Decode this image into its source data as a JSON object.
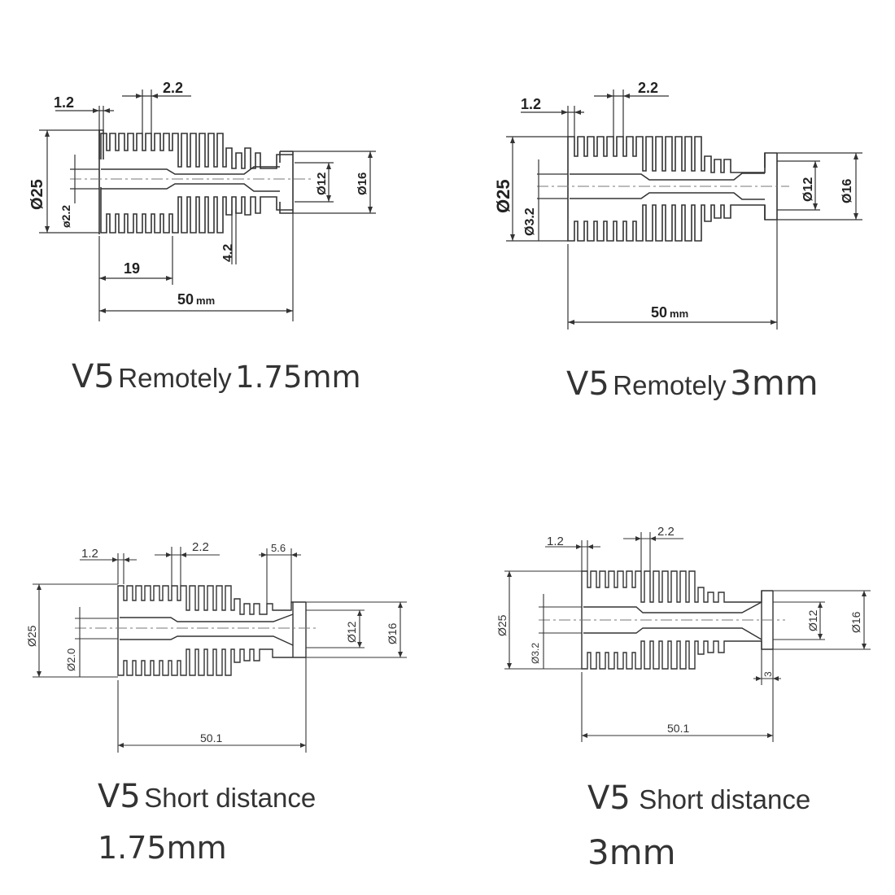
{
  "panels": [
    {
      "id": "p1",
      "dims": {
        "top_left": "1.2",
        "top_fin": "2.2",
        "outer_dia": "Ø25",
        "bore_dia": "ø2.2",
        "nozzle_inner": "Ø12",
        "nozzle_outer": "Ø16",
        "length_19": "19",
        "small_gap": "4.2",
        "total": "50",
        "total_unit": "mm"
      },
      "caption": {
        "v": "V5",
        "label": "Remotely",
        "size": "1.75mm"
      }
    },
    {
      "id": "p2",
      "dims": {
        "top_left": "1.2",
        "top_fin": "2.2",
        "outer_dia": "Ø25",
        "bore_dia": "Ø3.2",
        "nozzle_inner": "Ø12",
        "nozzle_outer": "Ø16",
        "total": "50",
        "total_unit": "mm"
      },
      "caption": {
        "v": "V5",
        "label": "Remotely",
        "size": "3mm"
      }
    },
    {
      "id": "p3",
      "dims": {
        "top_left": "1.2",
        "top_fin": "2.2",
        "top_right": "5.6",
        "outer_dia": "Ø25",
        "bore_dia": "Ø2.0",
        "nozzle_inner": "Ø12",
        "nozzle_outer": "Ø16",
        "total": "50.1"
      },
      "caption": {
        "v": "V5",
        "label": "Short distance",
        "size": "1.75mm"
      }
    },
    {
      "id": "p4",
      "dims": {
        "top_left": "1.2",
        "top_fin": "2.2",
        "outer_dia": "Ø25",
        "bore_dia": "Ø3.2",
        "nozzle_inner": "Ø12",
        "nozzle_outer": "Ø16",
        "small_gap": "3",
        "total": "50.1"
      },
      "caption": {
        "v": "V5",
        "label": "Short distance",
        "size": "3mm"
      }
    }
  ]
}
